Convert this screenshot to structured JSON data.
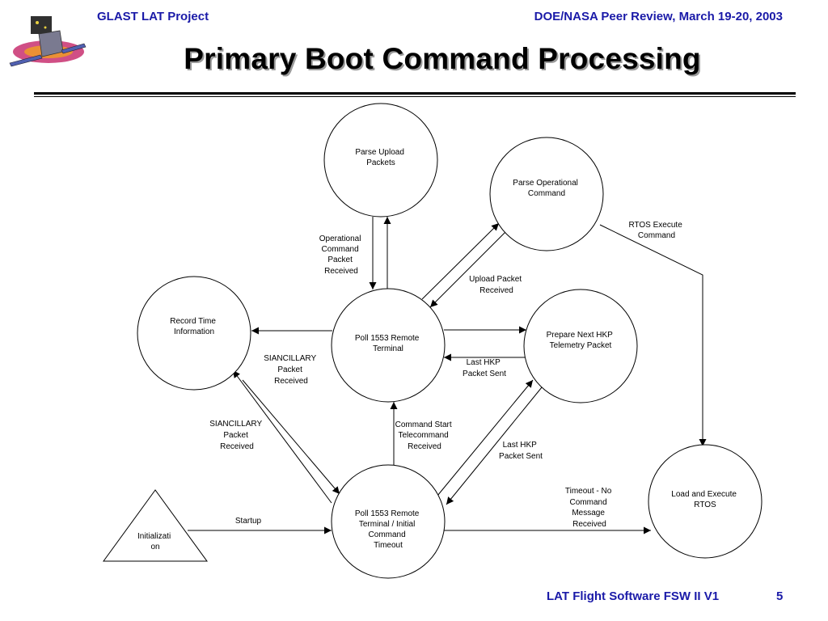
{
  "header": {
    "left": "GLAST LAT Project",
    "right": "DOE/NASA Peer Review, March 19-20, 2003"
  },
  "title": "Primary Boot Command Processing",
  "footer": {
    "left": "LAT Flight Software FSW II V1",
    "page": "5"
  },
  "logo": {
    "icon": "glast-satellite-logo"
  },
  "diagram": {
    "nodes": {
      "parse_upload": [
        "Parse Upload",
        "Packets"
      ],
      "parse_operational": [
        "Parse Operational",
        "Command"
      ],
      "record_time": [
        "Record Time",
        "Information"
      ],
      "poll_remote": [
        "Poll 1553 Remote",
        "Terminal"
      ],
      "prepare_hkp": [
        "Prepare Next HKP",
        "Telemetry Packet"
      ],
      "poll_initial": [
        "Poll 1553 Remote",
        "Terminal / Initial",
        "Command",
        "Timeout"
      ],
      "load_rtos": [
        "Load and Execute",
        "RTOS"
      ],
      "initialization": [
        "Initializati",
        "on"
      ]
    },
    "edge_labels": {
      "operational_packet": [
        "Operational",
        "Command",
        "Packet",
        "Received"
      ],
      "upload_packet": [
        "Upload Packet",
        "Received"
      ],
      "rtos_execute": [
        "RTOS Execute",
        "Command"
      ],
      "siancillary_upper": [
        "SIANCILLARY",
        "Packet",
        "Received"
      ],
      "last_hkp_upper": [
        "Last HKP",
        "Packet Sent"
      ],
      "siancillary_lower": [
        "SIANCILLARY",
        "Packet",
        "Received"
      ],
      "command_start": [
        "Command Start",
        "Telecommand",
        "Received"
      ],
      "last_hkp_lower": [
        "Last HKP",
        "Packet Sent"
      ],
      "timeout": [
        "Timeout - No",
        "Command",
        "Message",
        "Received"
      ],
      "startup": [
        "Startup"
      ]
    }
  }
}
